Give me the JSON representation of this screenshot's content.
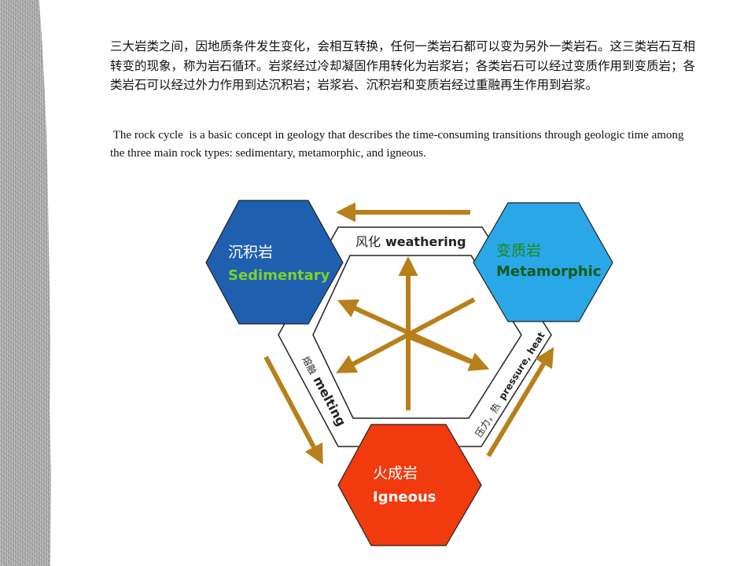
{
  "intro": {
    "chinese": "三大岩类之间，因地质条件发生变化，会相互转换，任何一类岩石都可以变为另外一类岩石。这三类岩石互相转变的现象，称为岩石循环。岩浆经过冷却凝固作用转化为岩浆岩；各类岩石可以经过变质作用到变质岩；各类岩石可以经过外力作用到达沉积岩；岩浆岩、沉积岩和变质岩经过重融再生作用到岩浆。",
    "english": " The rock cycle  is a basic concept in geology that describes the time-consuming transitions through geologic time among the three main rock types: sedimentary, metamorphic, and igneous."
  },
  "rocks": {
    "sedimentary": {
      "zh": "沉积岩",
      "en": "Sedimentary",
      "color": "#1f5fb0",
      "en_color": "#7dd12a"
    },
    "metamorphic": {
      "zh": "变质岩",
      "en": "Metamorphic",
      "color": "#2aa7e6",
      "en_color": "#0f5a1a",
      "zh_color": "#1a8a1a"
    },
    "igneous": {
      "zh": "火成岩",
      "en": "Igneous",
      "color": "#f23a0f",
      "en_color": "#ffffff"
    }
  },
  "processes": {
    "weathering_zh": "风化",
    "weathering_en": "weathering",
    "melting_zh": "熔融",
    "melting_en": "melting",
    "pressure_zh": "压力，热",
    "pressure_en": "pressure, heat"
  },
  "colors": {
    "arrow": "#b8801a",
    "outline": "#222222"
  }
}
